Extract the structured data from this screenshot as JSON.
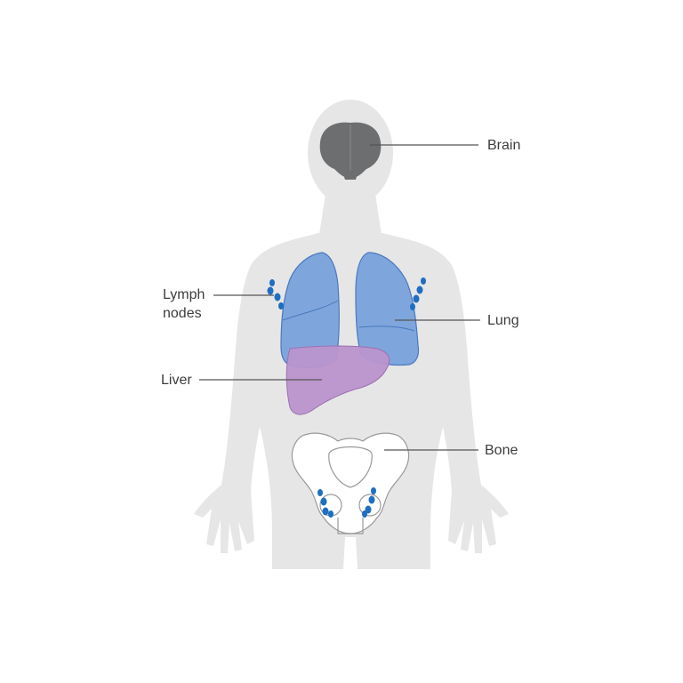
{
  "labels": {
    "brain": "Brain",
    "lymph_line1": "Lymph",
    "lymph_line2": "nodes",
    "lung": "Lung",
    "liver": "Liver",
    "bone": "Bone"
  },
  "colors": {
    "background": "#ffffff",
    "body": "#e6e6e6",
    "brain": "#6d6e70",
    "lung_fill": "#7ea6dc",
    "lung_stroke": "#4a78be",
    "liver_fill": "#bb94cc",
    "liver_stroke": "#9c6fb3",
    "lymph_node": "#1f6ec0",
    "bone_fill": "#ffffff",
    "bone_stroke": "#9a9a9a",
    "label_text": "#3d3d3d",
    "leader_line": "#555555"
  }
}
